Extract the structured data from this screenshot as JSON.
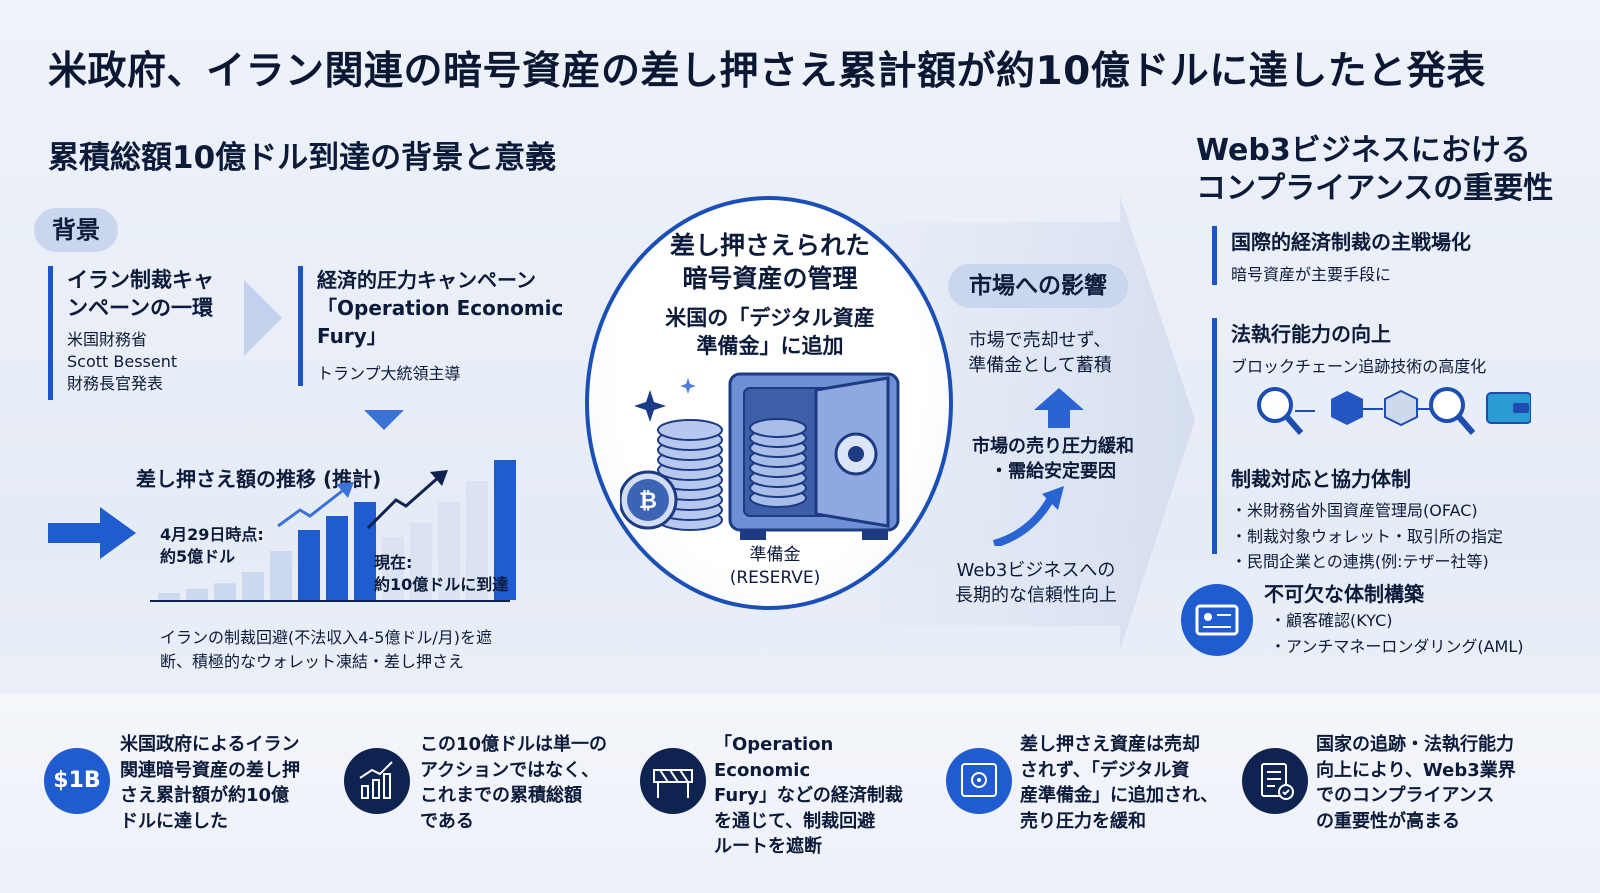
{
  "title": "米政府、イラン関連の暗号資産の差し押さえ累計額が約10億ドルに達したと発表",
  "left": {
    "section_title": "累積総額10億ドル到達の背景と意義",
    "background_pill": "背景",
    "block1": {
      "lines": [
        "イラン制裁キャ",
        "ンペーンの一環"
      ],
      "sub": [
        "米国財務省",
        "Scott Bessent",
        "財務長官発表"
      ]
    },
    "block2": {
      "lines": [
        "経済的圧力キャンペーン",
        "「Operation Economic",
        "Fury」"
      ],
      "sub": "トランプ大統領主導"
    },
    "chart_title": "差し押さえ額の推移 (推計)",
    "point1": [
      "4月29日時点:",
      "約5億ドル"
    ],
    "point2": [
      "現在:",
      "約10億ドルに到達"
    ],
    "caption": [
      "イランの制裁回避(不法収入4-5億ドル/月)を遮",
      "断、積極的なウォレット凍結・差し押さえ"
    ]
  },
  "chart_data": {
    "type": "bar",
    "title": "差し押さえ額の推移 (推計)",
    "categories": [
      "",
      "",
      "",
      "",
      "",
      "",
      "",
      "",
      "",
      "",
      "",
      "",
      ""
    ],
    "values": [
      0.05,
      0.08,
      0.12,
      0.2,
      0.35,
      0.5,
      0.6,
      0.7,
      0.45,
      0.55,
      0.7,
      0.85,
      1.0
    ],
    "annotations": [
      "4月29日時点: 約5億ドル",
      "現在: 約10億ドルに到達"
    ]
  },
  "center": {
    "title": [
      "差し押さえられた",
      "暗号資産の管理"
    ],
    "subtitle": [
      "米国の「デジタル資産",
      "準備金」に追加"
    ],
    "reserve": [
      "準備金",
      "(RESERVE)"
    ]
  },
  "market": {
    "pill": "市場への影響",
    "t1": [
      "市場で売却せず、",
      "準備金として蓄積"
    ],
    "t2": [
      "市場の売り圧力緩和",
      "・需給安定要因"
    ],
    "t3": [
      "Web3ビジネスへの",
      "長期的な信頼性向上"
    ]
  },
  "right": {
    "section_title": [
      "Web3ビジネスにおける",
      "コンプライアンスの重要性"
    ],
    "b1": {
      "h": "国際的経済制裁の主戦場化",
      "s": "暗号資産が主要手段に"
    },
    "b2": {
      "h": "法執行能力の向上",
      "s": "ブロックチェーン追跡技術の高度化"
    },
    "b3": {
      "h": "制裁対応と協力体制",
      "items": [
        "・米財務省外国資産管理局(OFAC)",
        "・制裁対象ウォレット・取引所の指定",
        "・民間企業との連携(例:テザー社等)"
      ]
    },
    "b4": {
      "h": "不可欠な体制構築",
      "items": [
        "・顧客確認(KYC)",
        "・アンチマネーロンダリング(AML)"
      ]
    }
  },
  "bottom": [
    {
      "icon": "$1B",
      "lines": [
        "米国政府によるイラン",
        "関連暗号資産の差し押",
        "さえ累計額が約10億",
        "ドルに達した"
      ]
    },
    {
      "icon": "",
      "lines": [
        "この10億ドルは単一の",
        "アクションではなく、",
        "これまでの累積総額",
        "である"
      ]
    },
    {
      "icon": "",
      "lines": [
        "「Operation Economic",
        "Fury」などの経済制裁",
        "を通じて、制裁回避",
        "ルートを遮断"
      ]
    },
    {
      "icon": "",
      "lines": [
        "差し押さえ資産は売却",
        "されず、「デジタル資",
        "産準備金」に追加され、",
        "売り圧力を緩和"
      ]
    },
    {
      "icon": "",
      "lines": [
        "国家の追跡・法執行能力",
        "向上により、Web3業界",
        "でのコンプライアンス",
        "の重要性が高まる"
      ]
    }
  ],
  "colors": {
    "accent": "#1a56c9",
    "navy": "#0e2350",
    "pill": "#c9d6ee"
  }
}
